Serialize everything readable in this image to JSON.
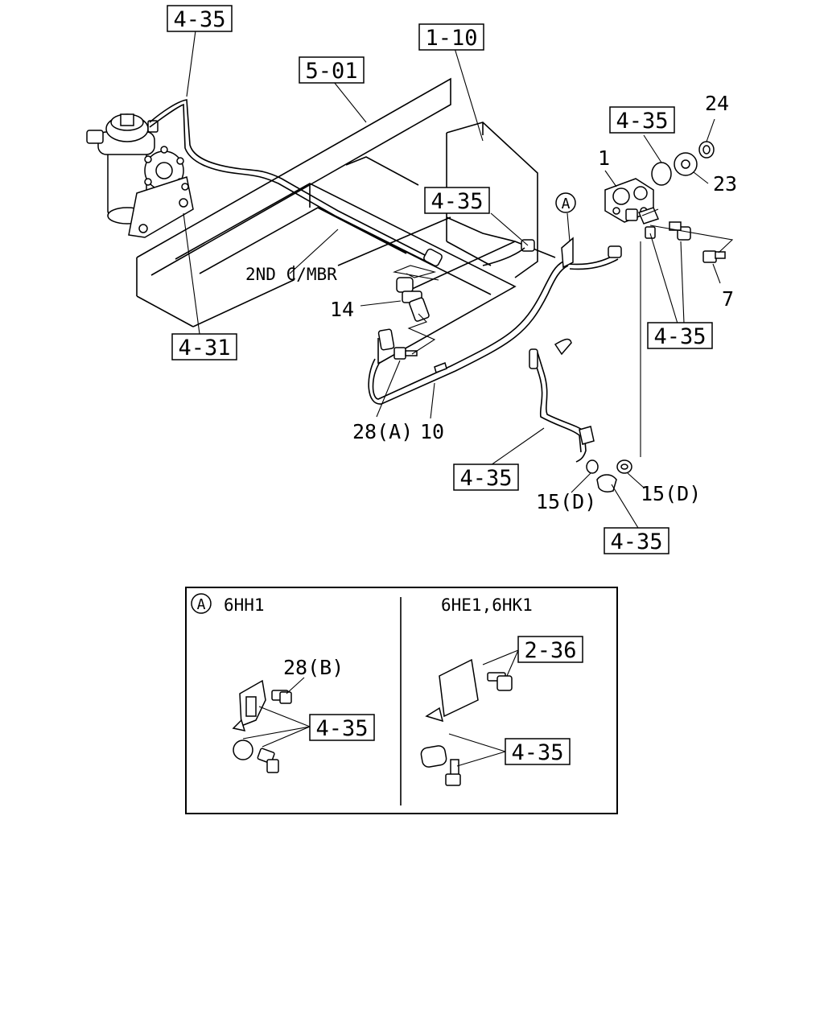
{
  "refs": {
    "r1": "4-35",
    "r2": "1-10",
    "r3": "5-01",
    "r4": "4-35",
    "r5": "4-35",
    "r6": "4-35",
    "r7": "4-31",
    "r8": "4-35",
    "r9": "4-35",
    "inset_r1": "2-36",
    "inset_r2": "4-35",
    "inset_r3": "4-35"
  },
  "callouts": {
    "c24": "24",
    "c23": "23",
    "c1": "1",
    "c7": "7",
    "c14": "14",
    "c28a": "28(A)",
    "c10": "10",
    "c15d_left": "15(D)",
    "c15d_right": "15(D)",
    "c28b": "28(B)"
  },
  "labels": {
    "crossmember": "2ND C/MBR",
    "detail_marker": "A"
  },
  "inset": {
    "marker": "A",
    "left_title": "6HH1",
    "right_title": "6HE1,6HK1"
  }
}
